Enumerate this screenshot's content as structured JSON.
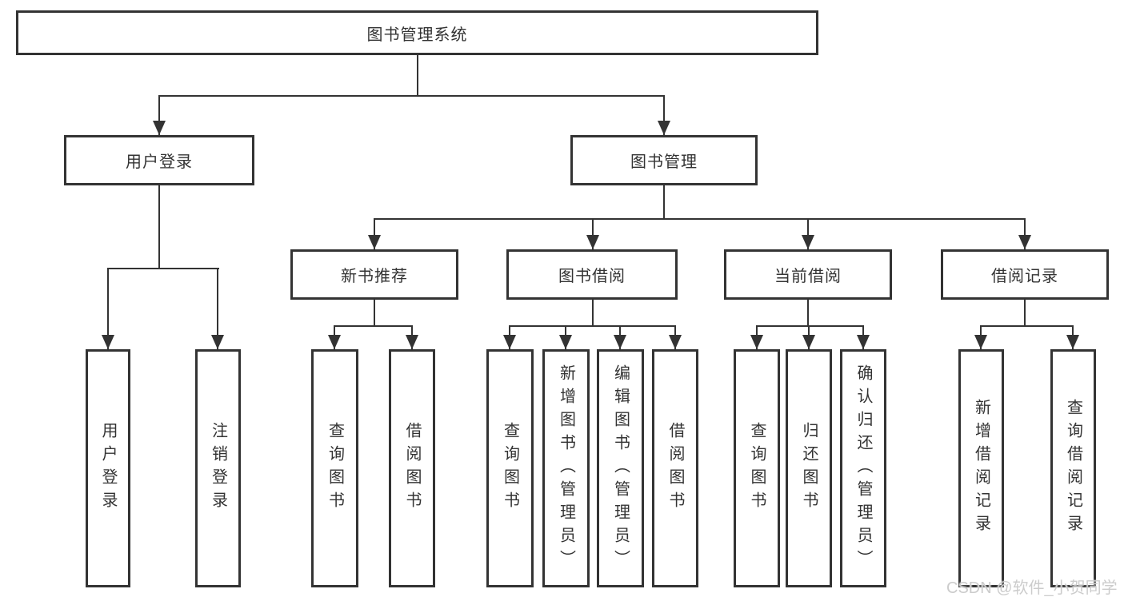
{
  "diagram": {
    "title": "图书管理系统",
    "login": {
      "label": "用户登录",
      "children": [
        "用户登录",
        "注销登录"
      ]
    },
    "management": {
      "label": "图书管理"
    },
    "groups": [
      {
        "label": "新书推荐",
        "children": [
          "查询图书",
          "借阅图书"
        ]
      },
      {
        "label": "图书借阅",
        "children": [
          "查询图书",
          "新增图书（管理员）",
          "编辑图书（管理员）",
          "借阅图书"
        ]
      },
      {
        "label": "当前借阅",
        "children": [
          "查询图书",
          "归还图书",
          "确认归还（管理员）"
        ]
      },
      {
        "label": "借阅记录",
        "children": [
          "新增借阅记录",
          "查询借阅记录"
        ]
      }
    ],
    "watermark": "CSDN @软件_小贺同学",
    "colors": {
      "line": "#333333",
      "text": "#333333",
      "watermark": "#cccccc",
      "background": "#ffffff"
    }
  }
}
